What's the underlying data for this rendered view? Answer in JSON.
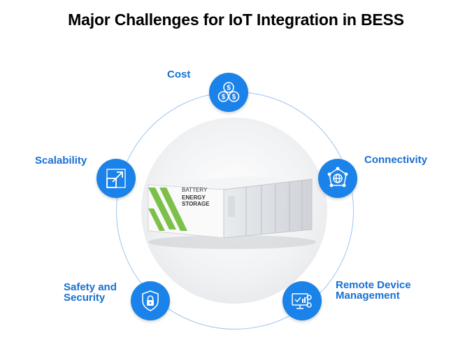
{
  "title": "Major Challenges for IoT Integration in BESS",
  "challenges": [
    {
      "label": "Cost",
      "icon": "dollar-coins-icon"
    },
    {
      "label": "Connectivity",
      "icon": "network-globe-icon"
    },
    {
      "label": "Remote Device Management",
      "line1": "Remote Device",
      "line2": "Management",
      "icon": "monitor-settings-icon"
    },
    {
      "label": "Safety and Security",
      "line1": "Safety and",
      "line2": "Security",
      "icon": "shield-lock-icon"
    },
    {
      "label": "Scalability",
      "icon": "scale-arrow-icon"
    }
  ],
  "container_label": {
    "line1": "BATTERY",
    "line2": "ENERGY",
    "line3": "STORAGE"
  },
  "colors": {
    "accent": "#1a82e8",
    "label": "#1670d2",
    "ring": "#9ec6ee",
    "stripe": "#7cc04a"
  }
}
